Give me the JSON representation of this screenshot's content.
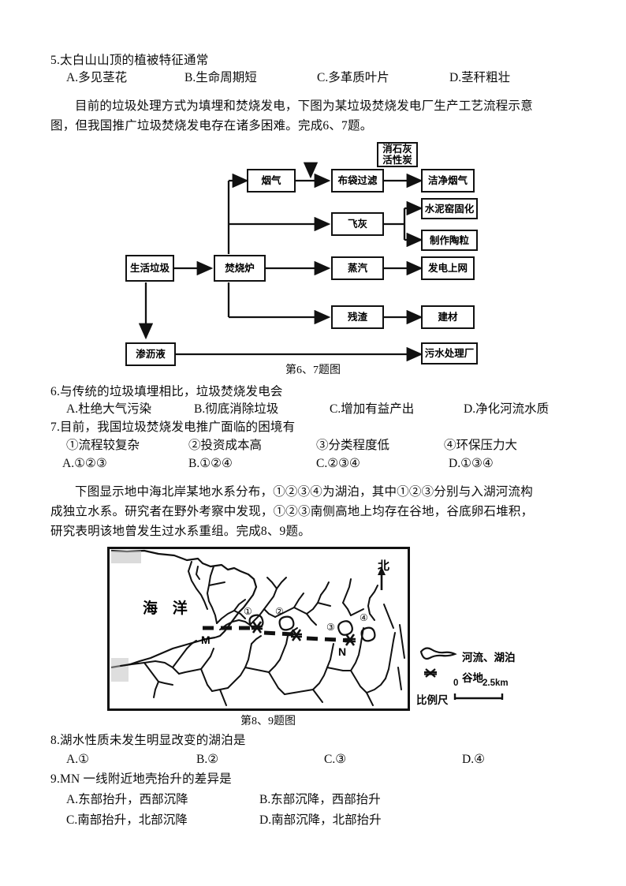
{
  "document": {
    "type": "exam-paper",
    "language": "zh-CN"
  },
  "questions": [
    {
      "number": "5.",
      "stem": "5.太白山山顶的植被特征通常",
      "options": [
        "A.多见茎花",
        "B.生命周期短",
        "C.多革质叶片",
        "D.茎秆粗壮"
      ]
    },
    {
      "number": "6.",
      "stem": "6.与传统的垃圾填埋相比，垃圾焚烧发电会",
      "options": [
        "A.杜绝大气污染",
        "B.彻底消除垃圾",
        "C.增加有益产出",
        "D.净化河流水质"
      ]
    },
    {
      "number": "7.",
      "stem": "7.目前，我国垃圾焚烧发电推广面临的困境有",
      "statements": [
        "①流程较复杂",
        "②投资成本高",
        "③分类程度低",
        "④环保压力大"
      ],
      "options": [
        "A.①②③",
        "B.①②④",
        "C.②③④",
        "D.①③④"
      ]
    },
    {
      "number": "8.",
      "stem": "8.湖水性质未发生明显改变的湖泊是",
      "options": [
        "A.①",
        "B.②",
        "C.③",
        "D.④"
      ]
    },
    {
      "number": "9.",
      "stem": "9.MN 一线附近地壳抬升的差异是",
      "options_grid": [
        [
          "A.东部抬升，西部沉降",
          "B.东部沉降，西部抬升"
        ],
        [
          "C.南部抬升，北部沉降",
          "D.南部沉降，北部抬升"
        ]
      ]
    }
  ],
  "passages": [
    {
      "id": "passage-6-7",
      "lines": [
        "目前的垃圾处理方式为填埋和焚烧发电，下图为某垃圾焚烧发电厂生产工艺流程示意",
        "图，但我国推广垃圾焚烧发电存在诸多困难。完成6、7题。"
      ]
    },
    {
      "id": "passage-8-9",
      "lines": [
        "下图显示地中海北岸某地水系分布，①②③④为湖泊，其中①②③分别与入湖河流构",
        "成独立水系。研究者在野外考察中发现，①②③南侧高地上均存在谷地，谷底卵石堆积，",
        "研究表明该地曾发生过水系重组。完成8、9题。"
      ]
    }
  ],
  "figures": [
    {
      "id": "flowchart",
      "caption": "第6、7题图",
      "nodes": {
        "waste": "生活垃圾",
        "incinerator": "焚烧炉",
        "reagent_line1": "消石灰",
        "reagent_line2": "活性炭",
        "fluegas": "烟气",
        "bagfilter": "布袋过滤",
        "cleangas": "洁净烟气",
        "flyash": "飞灰",
        "cementkiln": "水泥窑固化",
        "ceramsite": "制作陶粒",
        "steam": "蒸汽",
        "power": "发电上网",
        "residue": "残渣",
        "buildmat": "建材",
        "leachate": "渗沥液",
        "sewageplant": "污水处理厂"
      }
    },
    {
      "id": "watershed-map",
      "caption": "第8、9题图",
      "labels": {
        "sea": "海 洋",
        "north": "北",
        "point_m": "M",
        "point_n": "N",
        "lake1": "①",
        "lake2": "②",
        "lake3": "③",
        "lake4": "④"
      },
      "legend": {
        "river_lake": "河流、湖泊",
        "valley": "谷地",
        "scale_label": "比例尺",
        "scale_min": "0",
        "scale_max": "2.5km"
      }
    }
  ],
  "colors": {
    "ink": "#0c0c0c",
    "line": "#111111",
    "page": "#ffffff"
  }
}
